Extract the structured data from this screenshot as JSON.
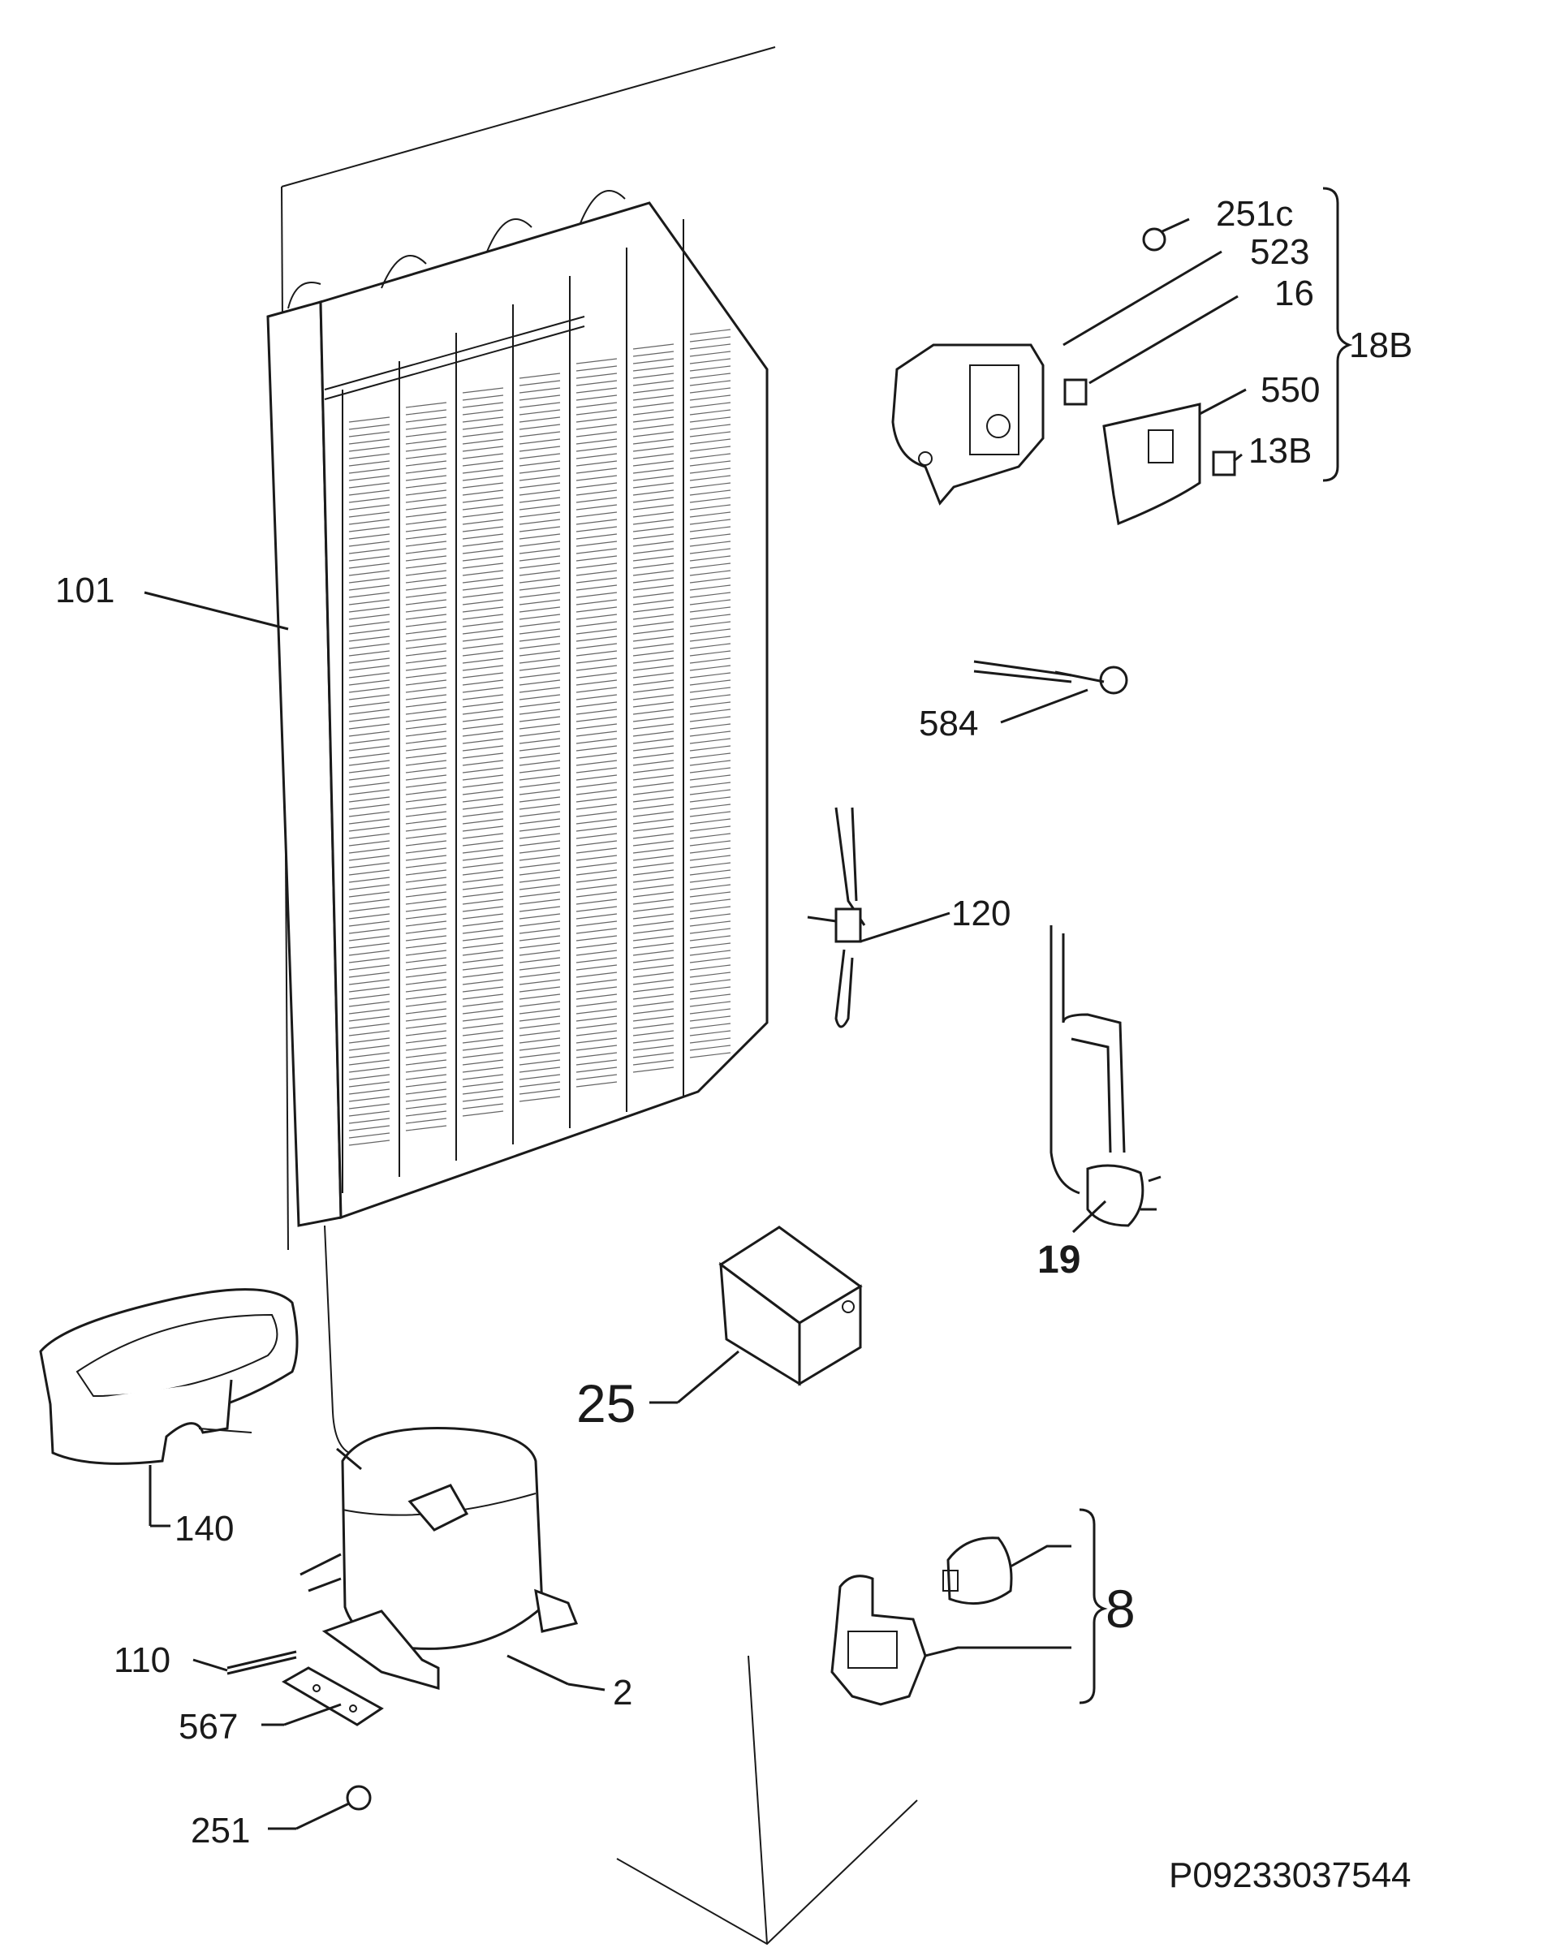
{
  "labels": {
    "p251c": "251c",
    "p523": "523",
    "p16": "16",
    "p18B": "18B",
    "p550": "550",
    "p13B": "13B",
    "p101": "101",
    "p584": "584",
    "p120": "120",
    "p19": "19",
    "p25": "25",
    "p140": "140",
    "p8": "8",
    "p110": "110",
    "p2": "2",
    "p567": "567",
    "p251": "251"
  },
  "drawing_number": "P09233037544"
}
